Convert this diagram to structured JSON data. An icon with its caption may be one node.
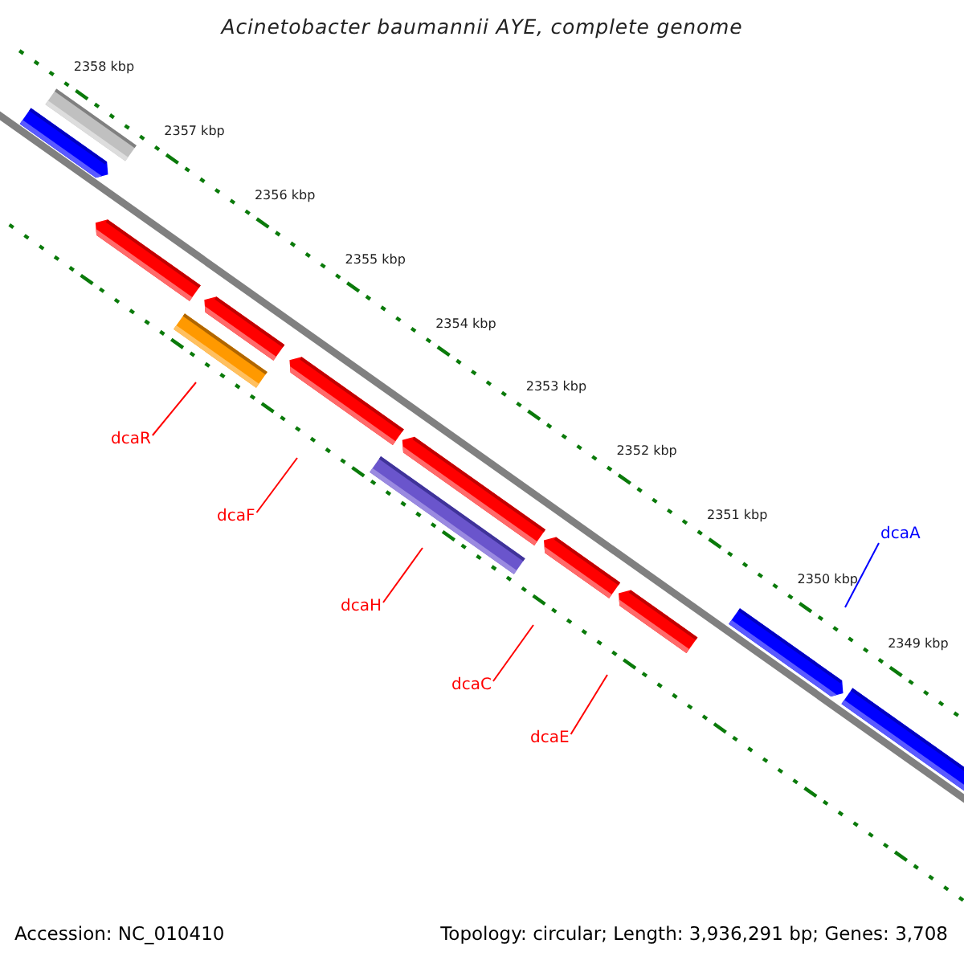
{
  "diagram": {
    "title": "Acinetobacter baumannii AYE, complete genome",
    "nodes": [
      {
        "text": [
          "dcaR"
        ]
      },
      {
        "text": [
          "dcaF"
        ]
      },
      {
        "text": [
          "dcaH"
        ]
      },
      {
        "text": [
          "dcaC"
        ]
      },
      {
        "text": [
          "dcaE"
        ]
      },
      {
        "text": [
          "dcaA"
        ]
      }
    ],
    "edges": [
      {
        "from": 0,
        "to": null,
        "arrow": "none"
      },
      {
        "from": 1,
        "to": null,
        "arrow": "none"
      },
      {
        "from": 2,
        "to": null,
        "arrow": "none"
      },
      {
        "from": 3,
        "to": null,
        "arrow": "none"
      },
      {
        "from": 4,
        "to": null,
        "arrow": "none"
      },
      {
        "from": 5,
        "to": null,
        "arrow": "none",
        "color": "#0000ff"
      }
    ],
    "labels": [
      "2358 kbp",
      "2357 kbp",
      "2356 kbp",
      "2355 kbp",
      "2354 kbp",
      "2353 kbp",
      "2352 kbp",
      "2351 kbp",
      "2350 kbp",
      "2349 kbp",
      "Accession: NC_010410",
      "Topology: circular; Length: 3,936,291 bp; Genes: 3,708"
    ]
  }
}
